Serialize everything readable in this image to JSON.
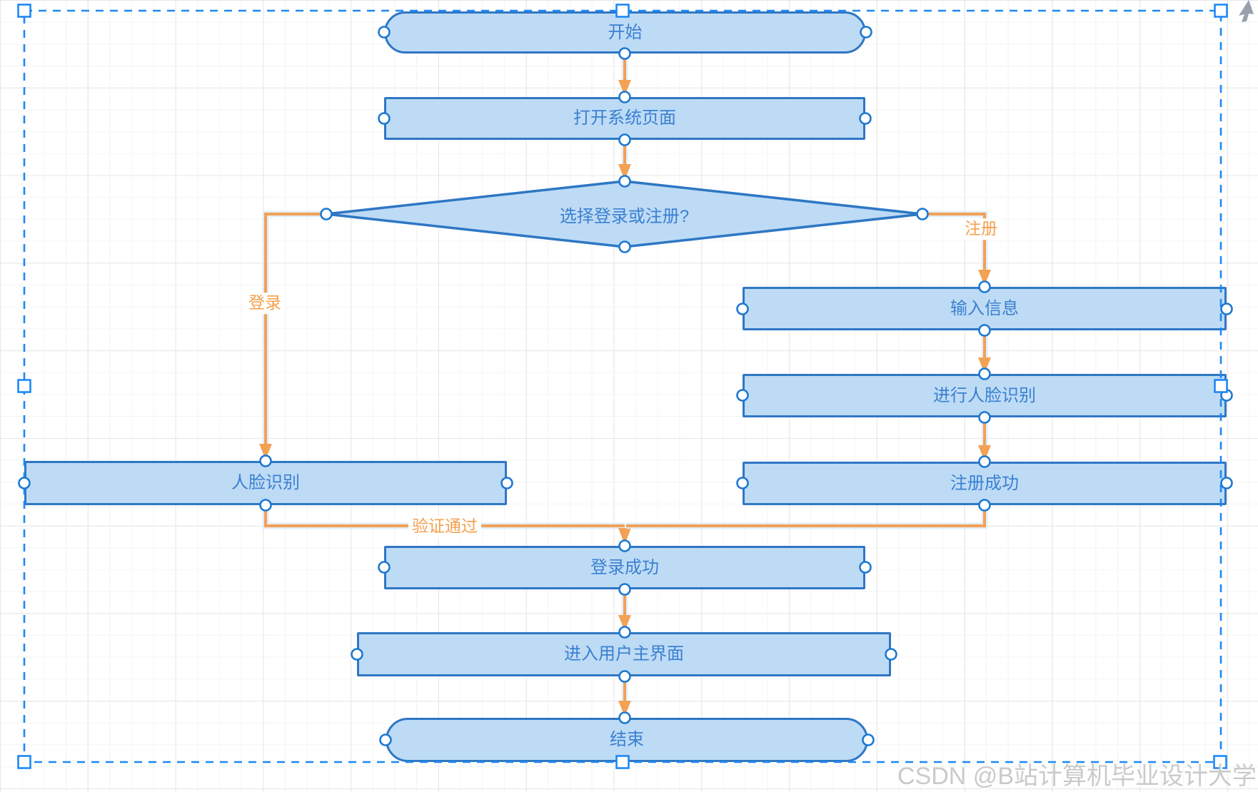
{
  "diagram": {
    "kind": "flowchart",
    "nodes": [
      {
        "id": "start",
        "type": "terminator",
        "label": "开始"
      },
      {
        "id": "open-system-page",
        "type": "process",
        "label": "打开系统页面"
      },
      {
        "id": "choose-login-or-register",
        "type": "decision",
        "label": "选择登录或注册?"
      },
      {
        "id": "input-info",
        "type": "process",
        "label": "输入信息"
      },
      {
        "id": "do-face-recognition",
        "type": "process",
        "label": "进行人脸识别"
      },
      {
        "id": "register-success",
        "type": "process",
        "label": "注册成功"
      },
      {
        "id": "face-recognition",
        "type": "process",
        "label": "人脸识别"
      },
      {
        "id": "login-success",
        "type": "process",
        "label": "登录成功"
      },
      {
        "id": "enter-user-main-ui",
        "type": "process",
        "label": "进入用户主界面"
      },
      {
        "id": "end",
        "type": "terminator",
        "label": "结束"
      }
    ],
    "edge_labels": {
      "login": "登录",
      "register": "注册",
      "verified": "验证通过"
    }
  },
  "watermark": "CSDN @B站计算机毕业设计大学",
  "colors": {
    "node_fill": "#bedbf5",
    "node_border": "#2e77c4",
    "node_text": "#3b80d1",
    "edge": "#f2a155",
    "edge_halo": "#d9e8f8",
    "edge_label_text": "#f5a04c",
    "selection": "#1e88f5",
    "connection_point_ring": "#1d78d2",
    "watermark_text": "#cacaca",
    "grid_minor": "#f4f4f4",
    "grid_major": "#e7e7e7"
  }
}
